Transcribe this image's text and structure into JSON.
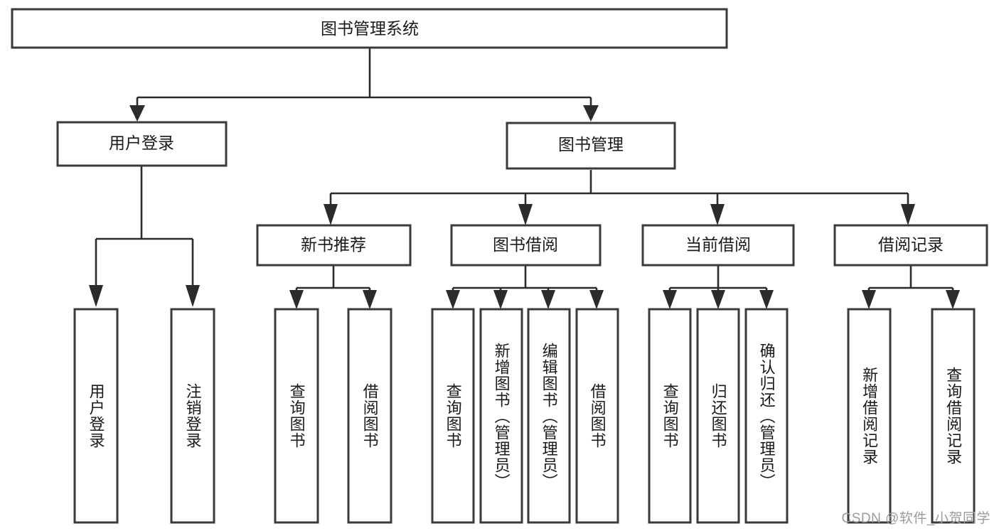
{
  "diagram": {
    "type": "tree",
    "title": "图书管理系统",
    "watermark": "CSDN @软件_小贺同学",
    "colors": {
      "box_stroke": "#3a3a3a",
      "connector": "#2b2b2b",
      "box_fill": "#ffffff",
      "text": "#1a1a1a",
      "watermark": "#9b9b9b"
    },
    "root": {
      "label": "图书管理系统"
    },
    "level2": [
      {
        "label": "用户登录"
      },
      {
        "label": "图书管理"
      }
    ],
    "level3": [
      {
        "label": "新书推荐"
      },
      {
        "label": "图书借阅"
      },
      {
        "label": "当前借阅"
      },
      {
        "label": "借阅记录"
      }
    ],
    "leaves": {
      "user_login": [
        {
          "label": "用户登录"
        },
        {
          "label": "注销登录"
        }
      ],
      "new_book_recommend": [
        {
          "label": "查询图书"
        },
        {
          "label": "借阅图书"
        }
      ],
      "book_borrow": [
        {
          "label": "查询图书"
        },
        {
          "label": "新增图书（管理员）"
        },
        {
          "label": "编辑图书（管理员）"
        },
        {
          "label": "借阅图书"
        }
      ],
      "current_borrow": [
        {
          "label": "查询图书"
        },
        {
          "label": "归还图书"
        },
        {
          "label": "确认归还（管理员）"
        }
      ],
      "borrow_record": [
        {
          "label": "新增借阅记录"
        },
        {
          "label": "查询借阅记录"
        }
      ]
    }
  }
}
